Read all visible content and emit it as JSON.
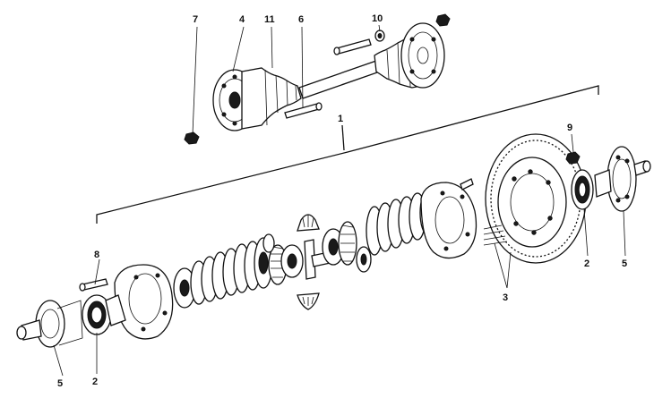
{
  "diagram": {
    "callouts": {
      "c1": "1",
      "c2_left": "2",
      "c2_right": "2",
      "c3": "3",
      "c4": "4",
      "c5_left": "5",
      "c5_right": "5",
      "c6": "6",
      "c7": "7",
      "c8": "8",
      "c9": "9",
      "c10": "10",
      "c11": "11"
    }
  }
}
